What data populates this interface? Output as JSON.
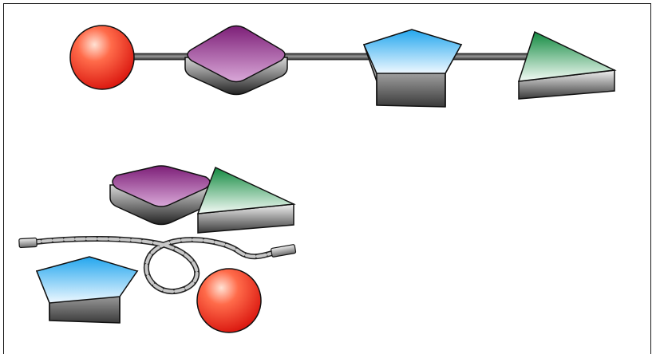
{
  "figure": {
    "colors": {
      "sphere": "#e8231b",
      "rounded_square": "#8e2a86",
      "pentagon": "#2fa9ea",
      "triangle": "#1a9a4a",
      "linker": "#555555",
      "outline": "#111111",
      "border": "#1a1a1a"
    },
    "assembled_chain": {
      "order": [
        "sphere",
        "rounded-square",
        "pentagon",
        "triangle"
      ],
      "icons": [
        "red-sphere-icon",
        "purple-rounded-square-icon",
        "blue-pentagon-icon",
        "green-triangle-icon"
      ]
    },
    "disassembled": {
      "icons": [
        "purple-rounded-square-icon",
        "green-triangle-icon",
        "flexible-linker-icon",
        "blue-pentagon-icon",
        "red-sphere-icon"
      ]
    }
  }
}
